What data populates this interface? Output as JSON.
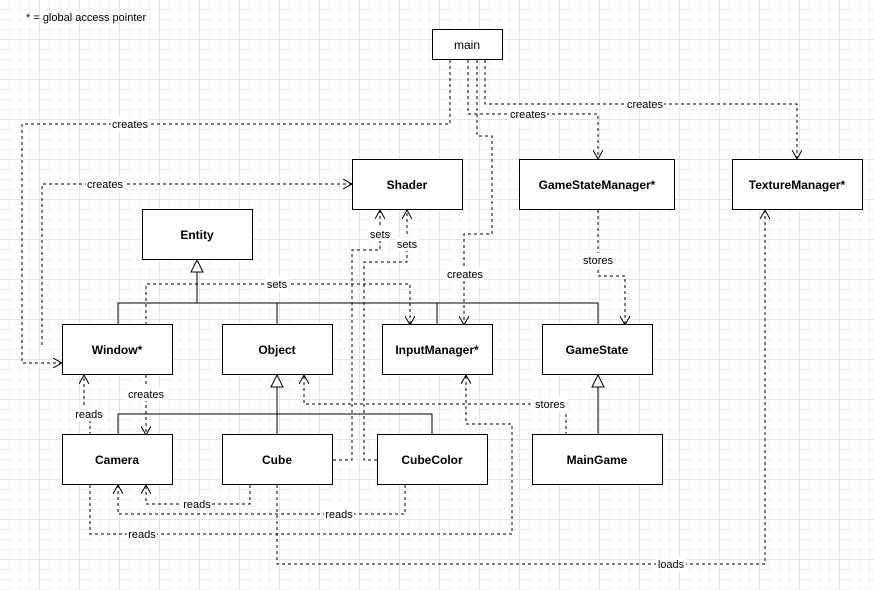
{
  "note": "* = global access pointer",
  "nodes": {
    "main": "main",
    "shader": "Shader",
    "gamestatemanager": "GameStateManager*",
    "texturemanager": "TextureManager*",
    "entity": "Entity",
    "window": "Window*",
    "object": "Object",
    "inputmanager": "InputManager*",
    "gamestate": "GameState",
    "camera": "Camera",
    "cube": "Cube",
    "cubecolor": "CubeColor",
    "maingame": "MainGame"
  },
  "edges": [
    {
      "id": "main-window",
      "from": "main",
      "to": "window",
      "kind": "dependency",
      "label": "creates"
    },
    {
      "id": "main-gsm",
      "from": "main",
      "to": "gamestatemanager",
      "kind": "dependency",
      "label": "creates"
    },
    {
      "id": "main-tm",
      "from": "main",
      "to": "texturemanager",
      "kind": "dependency",
      "label": "creates"
    },
    {
      "id": "main-im",
      "from": "main",
      "to": "inputmanager",
      "kind": "dependency",
      "label": "creates"
    },
    {
      "id": "window-shader",
      "from": "window",
      "to": "shader",
      "kind": "dependency",
      "label": "creates"
    },
    {
      "id": "window-im",
      "from": "window",
      "to": "inputmanager",
      "kind": "dependency",
      "label": "sets"
    },
    {
      "id": "window-camera",
      "from": "window",
      "to": "camera",
      "kind": "dependency",
      "label": "creates"
    },
    {
      "id": "camera-window",
      "from": "camera",
      "to": "window",
      "kind": "dependency",
      "label": "reads"
    },
    {
      "id": "cube-shader",
      "from": "cube",
      "to": "shader",
      "kind": "dependency",
      "label": "sets"
    },
    {
      "id": "cubecolor-shader",
      "from": "cubecolor",
      "to": "shader",
      "kind": "dependency",
      "label": "sets"
    },
    {
      "id": "gsm-gamestate",
      "from": "gamestatemanager",
      "to": "gamestate",
      "kind": "dependency",
      "label": "stores"
    },
    {
      "id": "maingame-object",
      "from": "maingame",
      "to": "object",
      "kind": "dependency",
      "label": "stores"
    },
    {
      "id": "cube-camera",
      "from": "cube",
      "to": "camera",
      "kind": "dependency",
      "label": "reads"
    },
    {
      "id": "cubecolor-camera",
      "from": "cubecolor",
      "to": "camera",
      "kind": "dependency",
      "label": "reads"
    },
    {
      "id": "camera-im",
      "from": "camera",
      "to": "inputmanager",
      "kind": "dependency",
      "label": "reads"
    },
    {
      "id": "cube-tm",
      "from": "cube",
      "to": "texturemanager",
      "kind": "dependency",
      "label": "loads"
    },
    {
      "id": "entity-children",
      "from": "window",
      "to": "entity",
      "kind": "inheritance",
      "label": ""
    },
    {
      "id": "object-children",
      "from": "camera",
      "to": "object",
      "kind": "inheritance",
      "label": ""
    },
    {
      "id": "gamestate-children",
      "from": "maingame",
      "to": "gamestate",
      "kind": "inheritance",
      "label": ""
    }
  ]
}
